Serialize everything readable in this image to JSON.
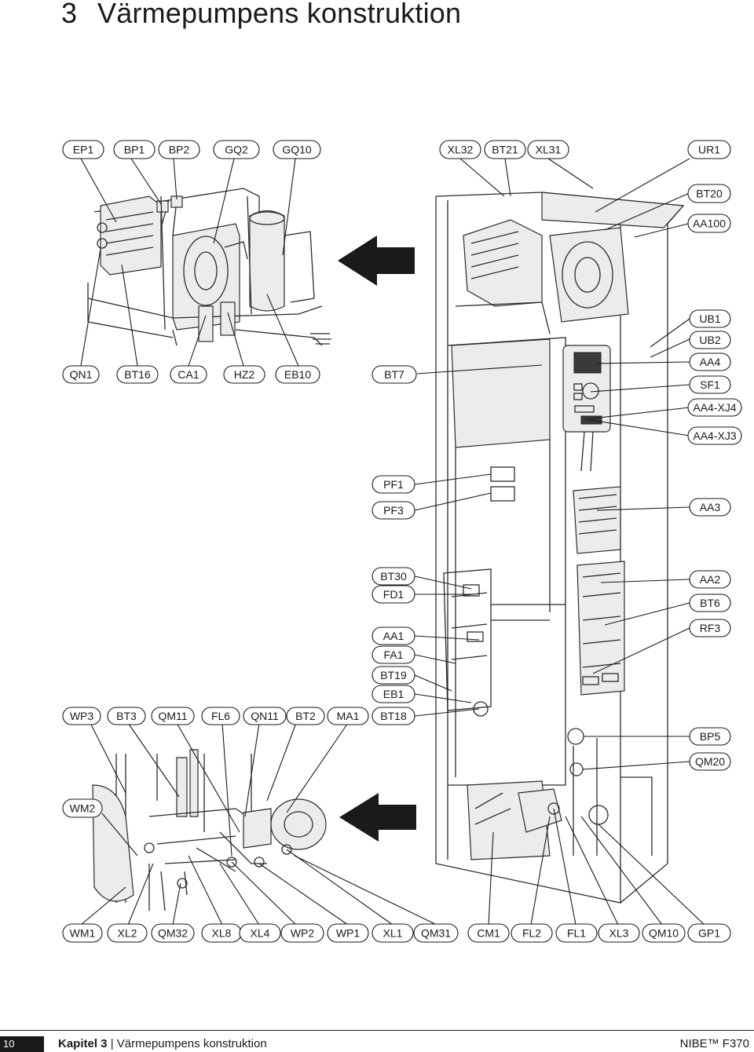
{
  "heading": {
    "number": "3",
    "title": "Värmepumpens konstruktion"
  },
  "labels": {
    "EP1": "EP1",
    "BP1": "BP1",
    "BP2": "BP2",
    "GQ2": "GQ2",
    "GQ10": "GQ10",
    "XL32": "XL32",
    "BT21": "BT21",
    "XL31": "XL31",
    "UR1": "UR1",
    "BT20": "BT20",
    "AA100": "AA100",
    "QN1": "QN1",
    "BT16": "BT16",
    "CA1": "CA1",
    "HZ2": "HZ2",
    "EB10": "EB10",
    "BT7": "BT7",
    "UB1": "UB1",
    "UB2": "UB2",
    "AA4": "AA4",
    "SF1": "SF1",
    "AA4XJ4": "AA4-XJ4",
    "AA4XJ3": "AA4-XJ3",
    "PF1": "PF1",
    "PF3": "PF3",
    "AA3": "AA3",
    "BT30": "BT30",
    "FD1": "FD1",
    "AA2": "AA2",
    "BT6": "BT6",
    "RF3": "RF3",
    "AA1": "AA1",
    "FA1": "FA1",
    "BT19": "BT19",
    "EB1": "EB1",
    "BT18": "BT18",
    "WP3": "WP3",
    "BT3": "BT3",
    "QM11": "QM11",
    "FL6": "FL6",
    "QN11": "QN11",
    "BT2": "BT2",
    "MA1": "MA1",
    "BP5": "BP5",
    "QM20": "QM20",
    "WM2": "WM2",
    "WM1": "WM1",
    "XL2": "XL2",
    "QM32": "QM32",
    "XL8": "XL8",
    "XL4": "XL4",
    "WP2": "WP2",
    "WP1": "WP1",
    "XL1": "XL1",
    "QM31": "QM31",
    "CM1": "CM1",
    "FL2": "FL2",
    "FL1": "FL1",
    "XL3": "XL3",
    "QM10": "QM10",
    "GP1": "GP1"
  },
  "footer": {
    "page": "10",
    "chapter_label": "Kapitel 3",
    "chapter_title": "Värmepumpens konstruktion",
    "product": "NIBE™ F370"
  }
}
